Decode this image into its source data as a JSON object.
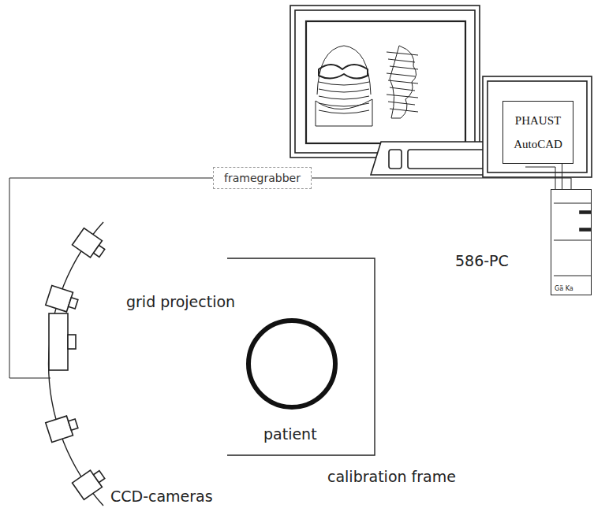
{
  "diagram": {
    "nodes": [
      {
        "text": [
          "PHAUST AutoCAD"
        ]
      },
      {
        "text": [
          "framegrabber"
        ]
      },
      {
        "text": [
          "Gä Ka"
        ]
      }
    ],
    "edges": [
      {
        "from": 1,
        "to": 2,
        "arrow": "none"
      },
      {
        "from": 0,
        "to": 2,
        "arrow": "none"
      }
    ],
    "labels": [
      "586-PC",
      "grid projection",
      "patient",
      "calibration frame",
      "CCD-cameras"
    ]
  }
}
